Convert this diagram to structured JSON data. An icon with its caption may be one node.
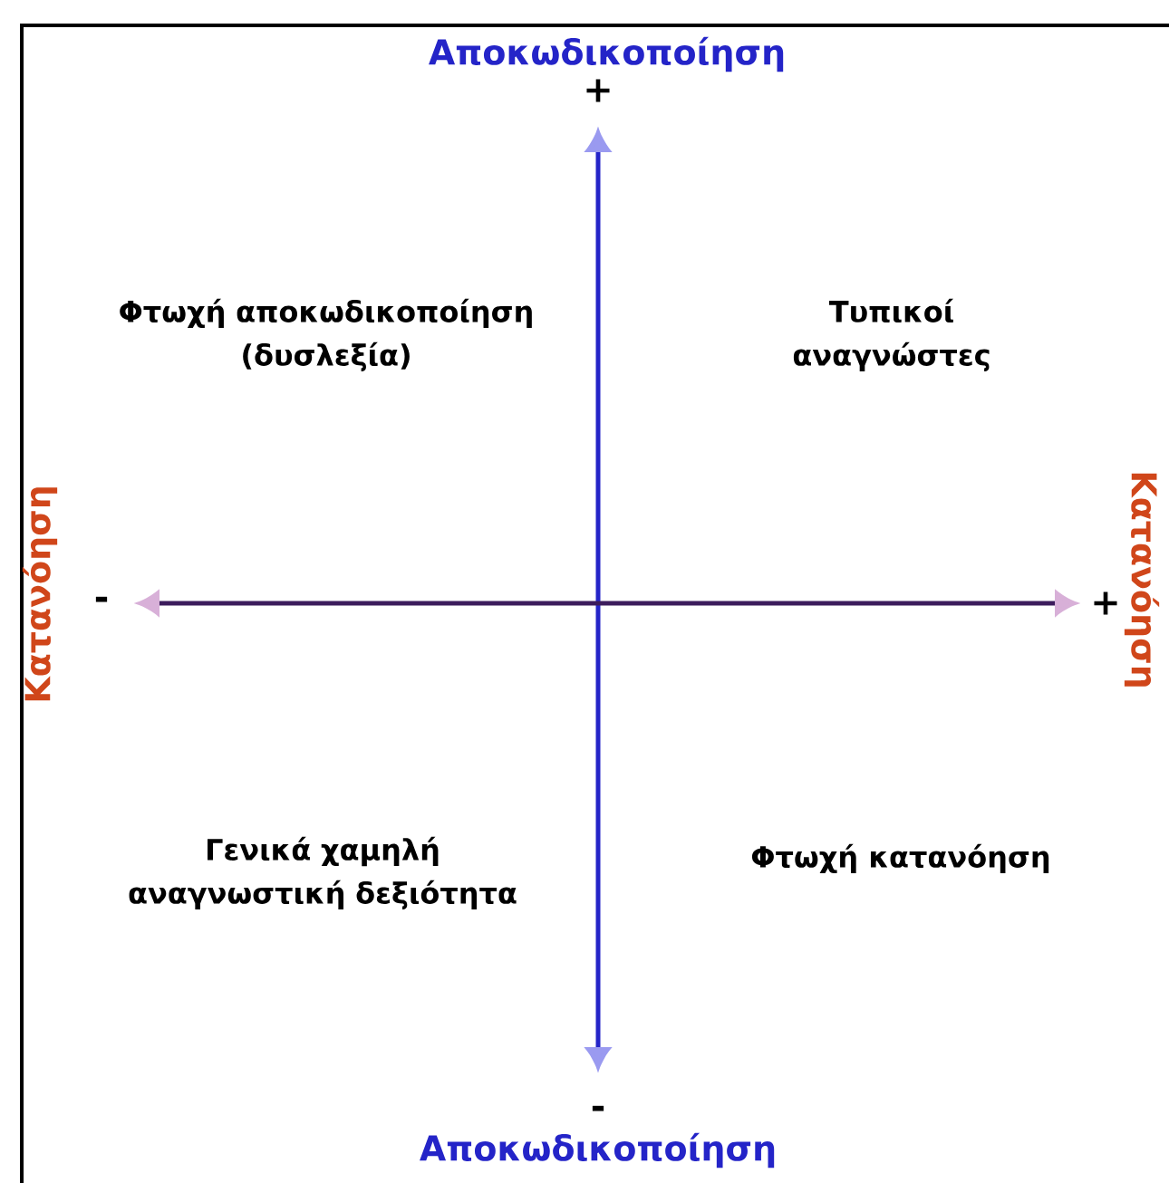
{
  "diagram": {
    "labels": [
      "Αποκωδικοποίηση",
      "+",
      "Φτωχή αποκωδικοποίηση (δυσλεξία)",
      "Τυπικοί αναγνώστες",
      "Κατανόηση",
      "-",
      "+",
      "Κατανόηση",
      "Γενικά χαμηλή αναγνωστική δεξιότητα",
      "Φτωχή κατανόηση",
      "-",
      "Αποκωδικοποίηση"
    ]
  }
}
